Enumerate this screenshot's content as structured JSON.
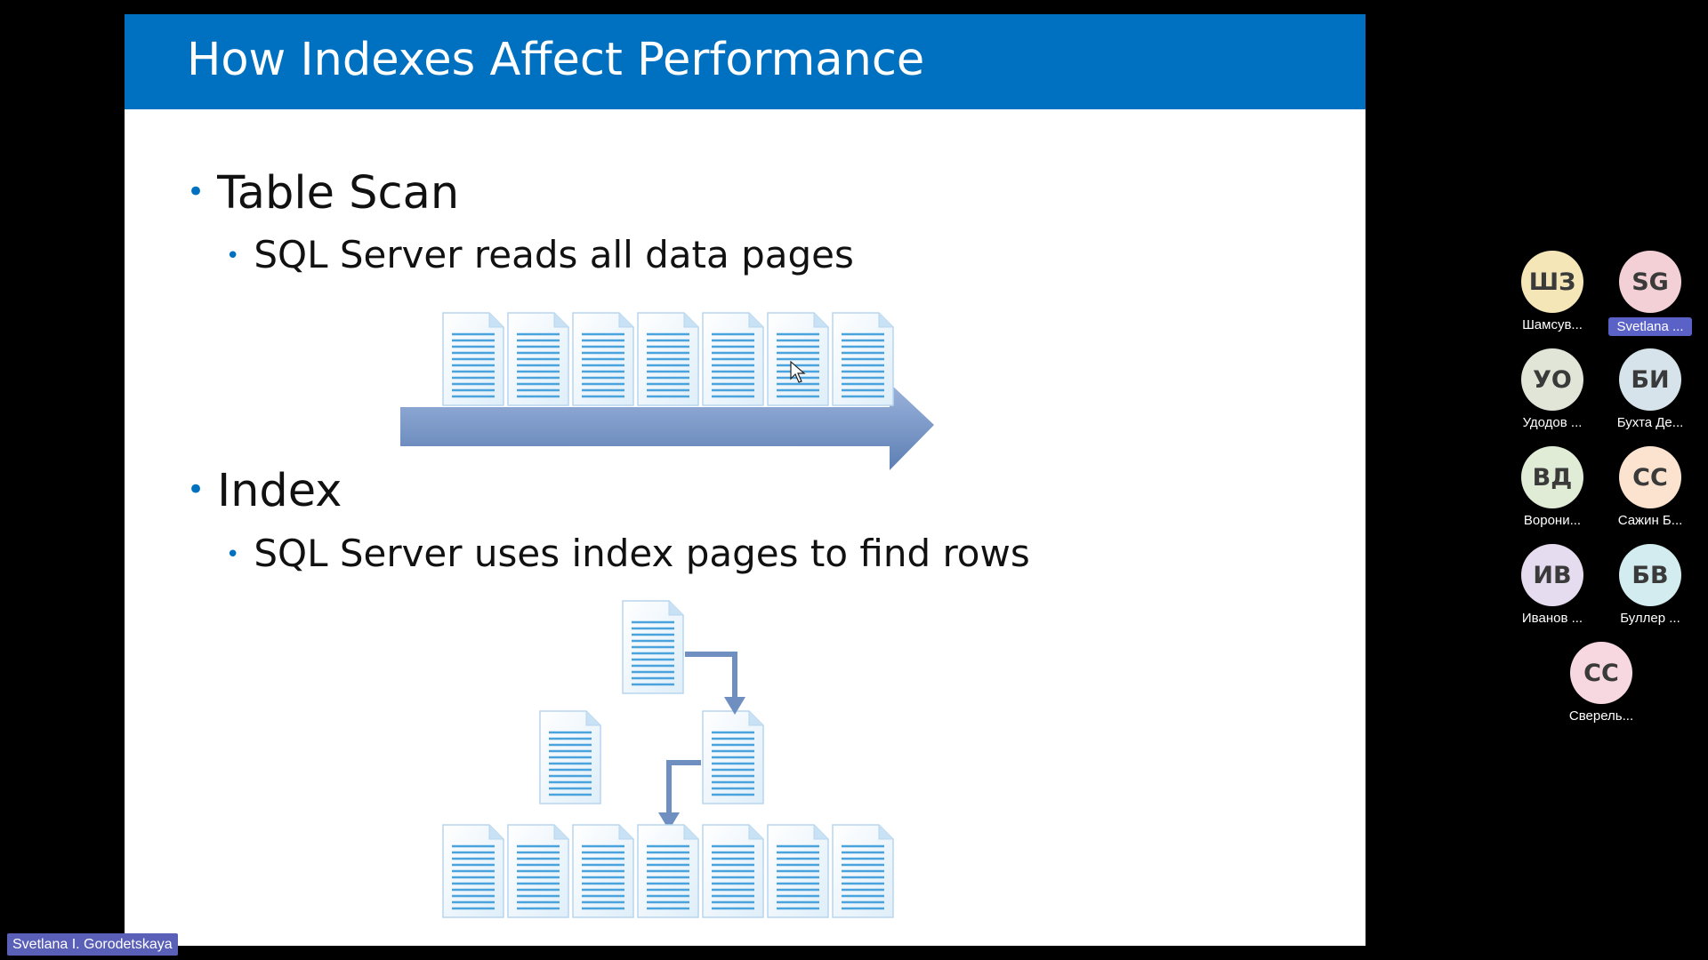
{
  "slide": {
    "title": "How Indexes Affect Performance",
    "bullets": [
      {
        "label": "Table Scan",
        "sub": "SQL Server reads all data pages"
      },
      {
        "label": "Index",
        "sub": "SQL Server uses index pages to find rows"
      }
    ],
    "bullet_char": "•"
  },
  "participants": [
    {
      "initials": "ШЗ",
      "name": "Шамсув...",
      "color": "#f5e6b8",
      "active": false
    },
    {
      "initials": "SG",
      "name": "Svetlana ...",
      "color": "#f3d0d6",
      "active": true
    },
    {
      "initials": "УО",
      "name": "Удодов ...",
      "color": "#e0e5d8",
      "active": false
    },
    {
      "initials": "БИ",
      "name": "Бухта Де...",
      "color": "#d6e3ea",
      "active": false
    },
    {
      "initials": "ВД",
      "name": "Ворони...",
      "color": "#e0ecd5",
      "active": false
    },
    {
      "initials": "СС",
      "name": "Сажин Б...",
      "color": "#fbe3cf",
      "active": false
    },
    {
      "initials": "ИВ",
      "name": "Иванов ...",
      "color": "#e5dcef",
      "active": false
    },
    {
      "initials": "БВ",
      "name": "Буллер ...",
      "color": "#d2ecef",
      "active": false
    },
    {
      "initials": "СС",
      "name": "Сверель...",
      "color": "#f8d8e0",
      "active": false
    }
  ],
  "speaker": "Svetlana I. Gorodetskaya",
  "colors": {
    "accent": "#0070c0",
    "page": "#5aa8dc",
    "arrow": "#6e8fc0"
  }
}
